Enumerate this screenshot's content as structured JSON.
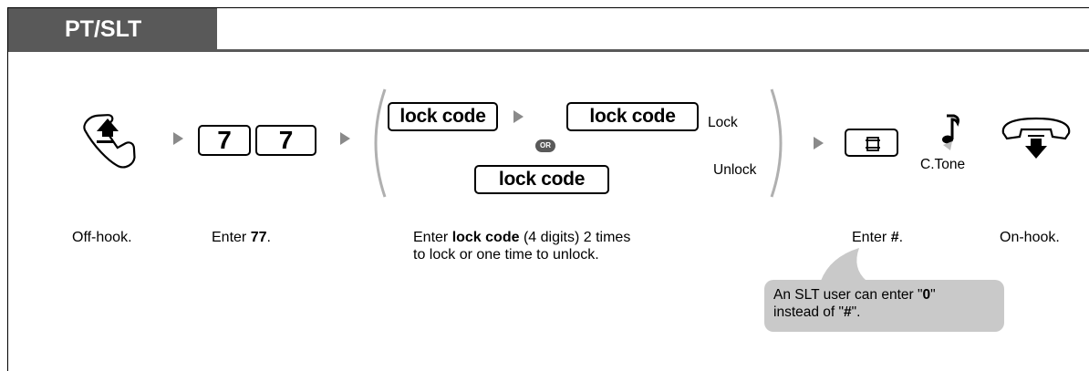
{
  "header": {
    "title": "PT/SLT"
  },
  "keys": {
    "digit1": "7",
    "digit2": "7",
    "lock_code_1": "lock code",
    "lock_code_2": "lock code",
    "lock_code_3": "lock code"
  },
  "options": {
    "lock_label": "Lock",
    "or_label": "OR",
    "unlock_label": "Unlock"
  },
  "tone": {
    "label": "C.Tone"
  },
  "steps": [
    {
      "before": "Off-hook.",
      "bold": "",
      "after": ""
    },
    {
      "before": "Enter ",
      "bold": "77",
      "after": "."
    },
    {
      "before": "Enter ",
      "bold": "lock code",
      "after": " (4 digits) 2 times",
      "line2": "to lock or one time to unlock."
    },
    {
      "before": "Enter ",
      "bold": "#",
      "after": "."
    },
    {
      "before": "On-hook.",
      "bold": "",
      "after": ""
    }
  ],
  "callout": {
    "line1_before": "An SLT user can enter \"",
    "line1_bold": "0",
    "line1_after": "\"",
    "line2_before": "instead of \"",
    "line2_bold": "#",
    "line2_after": "\"."
  },
  "colors": {
    "header_bg": "#595959",
    "arrow": "#8a8a8a",
    "callout_bg": "#c9c9c9",
    "bracket": "#b0b0b0"
  },
  "icons": [
    "off-hook-handset-icon",
    "hash-key-icon",
    "confirmation-tone-note-icon",
    "on-hook-handset-icon"
  ]
}
